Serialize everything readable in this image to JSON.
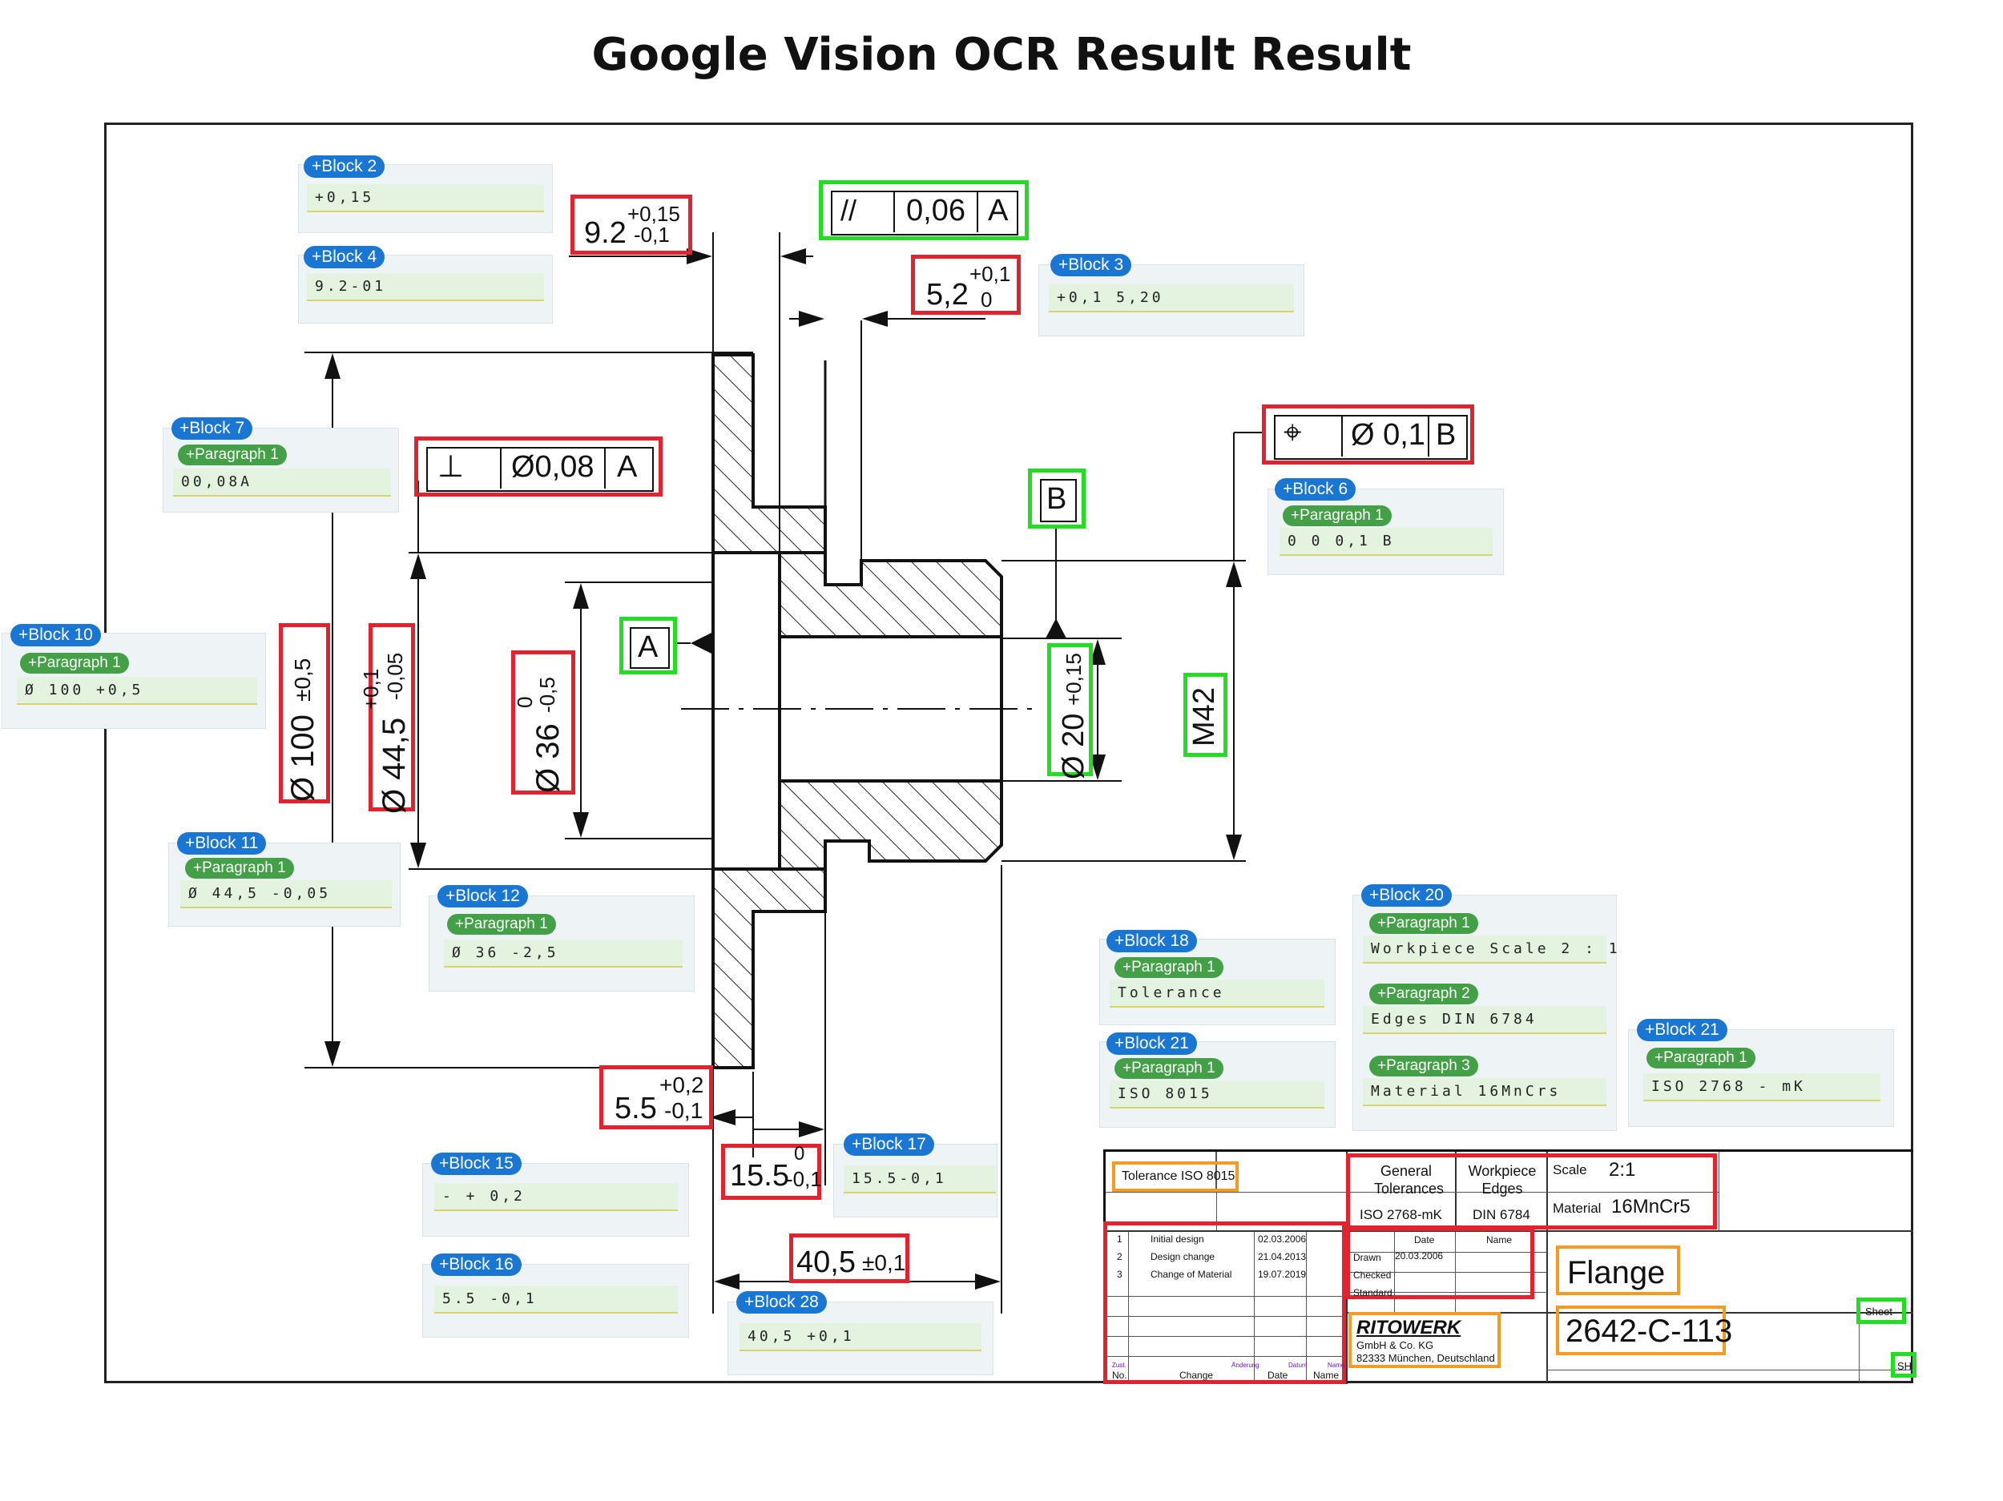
{
  "title": "Google Vision OCR Result Result",
  "blocks": {
    "b2": {
      "badge": "+Block 2",
      "line": "+0,15"
    },
    "b4": {
      "badge": "+Block 4",
      "line": "9.2-01"
    },
    "b3": {
      "badge": "+Block 3",
      "line": "+0,1 5,20"
    },
    "b7": {
      "badge": "+Block 7",
      "para": "+Paragraph 1",
      "line": "00,08A"
    },
    "b6": {
      "badge": "+Block 6",
      "para": "+Paragraph 1",
      "line": "0 0 0,1 B"
    },
    "b10": {
      "badge": "+Block 10",
      "para": "+Paragraph 1",
      "line": "Ø 100 +0,5"
    },
    "b11": {
      "badge": "+Block 11",
      "para": "+Paragraph 1",
      "line": "Ø 44,5 -0,05"
    },
    "b12": {
      "badge": "+Block 12",
      "para": "+Paragraph 1",
      "line": "Ø 36 -2,5"
    },
    "b18": {
      "badge": "+Block 18",
      "para": "+Paragraph 1",
      "line": "Tolerance"
    },
    "b21a": {
      "badge": "+Block 21",
      "para": "+Paragraph 1",
      "line": "ISO 8015"
    },
    "b20": {
      "badge": "+Block 20",
      "para1": "+Paragraph 1",
      "line1": "Workpiece Scale 2 : 1",
      "para2": "+Paragraph 2",
      "line2": "Edges DIN 6784",
      "para3": "+Paragraph 3",
      "line3": "Material 16MnCrs"
    },
    "b21b": {
      "badge": "+Block 21",
      "para": "+Paragraph 1",
      "line": "ISO 2768 - mK"
    },
    "b15": {
      "badge": "+Block 15",
      "line": "- + 0,2"
    },
    "b16": {
      "badge": "+Block 16",
      "line": "5.5 -0,1"
    },
    "b17": {
      "badge": "+Block 17",
      "line": "15.5-0,1"
    },
    "b28": {
      "badge": "+Block 28",
      "line": "40,5 +0,1"
    }
  },
  "dims": {
    "d92": {
      "main": "9.2",
      "up": "+0,15",
      "lo": "-0,1"
    },
    "d52": {
      "main": "5,2",
      "up": "+0,1",
      "lo": "0"
    },
    "parallel": {
      "sym": "//",
      "val": "0,06",
      "ref": "A"
    },
    "perp": {
      "sym": "⊥",
      "val": "Ø0,08",
      "ref": "A"
    },
    "position": {
      "sym": "⌖",
      "val": "Ø 0,1",
      "ref": "B"
    },
    "datumB": "B",
    "datumA": "A",
    "d100": {
      "main": "Ø 100",
      "tol": "±0,5"
    },
    "d445": {
      "main": "Ø 44,5",
      "up": "+0,1",
      "lo": "-0,05"
    },
    "d36": {
      "main": "Ø 36",
      "up": "0",
      "lo": "-0,5"
    },
    "d20": {
      "main": "Ø 20",
      "tol": "+0,15"
    },
    "m42": "M42",
    "d55": {
      "main": "5.5",
      "up": "+0,2",
      "lo": "-0,1"
    },
    "d155": {
      "main": "15.5",
      "up": "0",
      "lo": "-0,1"
    },
    "d405": {
      "main": "40,5",
      "tol": "±0,1"
    }
  },
  "titleblock": {
    "tolerance_label": "Tolerance ISO 8015",
    "general_tolerances": "General Tolerances",
    "iso2768": "ISO 2768-mK",
    "workpiece_edges": "Workpiece Edges",
    "din6784": "DIN 6784",
    "scale_label": "Scale",
    "scale_value": "2:1",
    "material_label": "Material",
    "material_value": "16MnCr5",
    "revisions": [
      {
        "no": "1",
        "change": "Initial design",
        "date": "02.03.2006"
      },
      {
        "no": "2",
        "change": "Design change",
        "date": "21.04.2013"
      },
      {
        "no": "3",
        "change": "Change of Material",
        "date": "19.07.2019"
      }
    ],
    "col_no": "No.",
    "col_change": "Change",
    "col_date": "Date",
    "col_name": "Name",
    "col_zust": "Zust.",
    "col_aenderung": "Änderung",
    "col_datum": "Datum",
    "col_name_de": "Name",
    "hdr_date": "Date",
    "hdr_name": "Name",
    "drawn": "Drawn",
    "drawn_date": "20.03.2006",
    "checked": "Checked",
    "standard": "Standard",
    "part_name": "Flange",
    "part_number": "2642-C-113",
    "company": "RITOWERK",
    "company_line2": "GmbH & Co. KG",
    "company_line3": "82333 München, Deutschland",
    "sheet": "Sheet",
    "sh": "SH"
  }
}
